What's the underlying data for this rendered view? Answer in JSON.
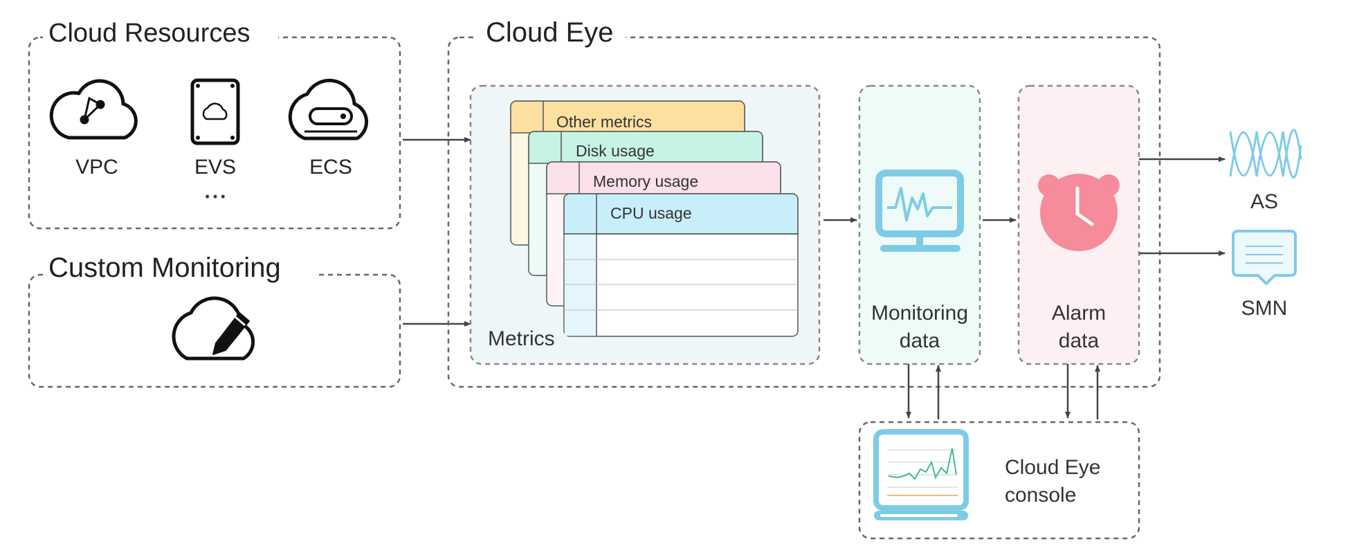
{
  "groups": {
    "cloud_resources": "Cloud Resources",
    "custom_monitoring": "Custom Monitoring",
    "cloud_eye": "Cloud Eye"
  },
  "resources": {
    "vpc": "VPC",
    "evs": "EVS",
    "ecs": "ECS",
    "more": "• • •"
  },
  "metrics": {
    "label": "Metrics",
    "cards": [
      "Other metrics",
      "Disk usage",
      "Memory usage",
      "CPU usage"
    ]
  },
  "monitoring_data": {
    "line1": "Monitoring",
    "line2": "data"
  },
  "alarm_data": {
    "line1": "Alarm",
    "line2": "data"
  },
  "outputs": {
    "as": "AS",
    "smn": "SMN"
  },
  "console": {
    "line1": "Cloud Eye",
    "line2": "console"
  },
  "colors": {
    "dash": "#666666",
    "arrow": "#444444",
    "card_other": "#fbe0a0",
    "card_disk": "#c6f3e6",
    "card_memory": "#fce1ec",
    "card_cpu": "#c8eef9",
    "monitor_icon": "#7fcbe6",
    "alarm_icon": "#f58b9b",
    "metrics_bg": "#eef6f7",
    "monitoring_bg": "#eefbf9",
    "alarm_bg": "#fdf0f3"
  }
}
